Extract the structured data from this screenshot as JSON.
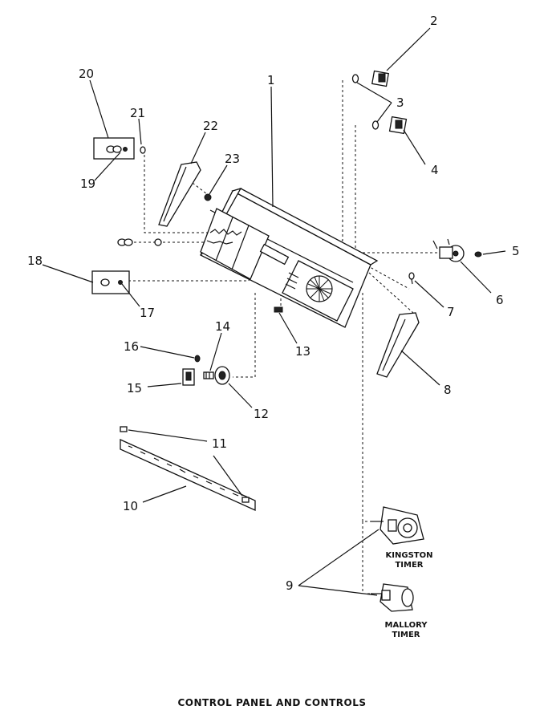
{
  "title": "CONTROL PANEL AND CONTROLS",
  "callouts": {
    "c1": "1",
    "c2": "2",
    "c3": "3",
    "c4": "4",
    "c5": "5",
    "c6": "6",
    "c7": "7",
    "c8": "8",
    "c9": "9",
    "c10": "10",
    "c11": "11",
    "c12": "12",
    "c13": "13",
    "c14": "14",
    "c15": "15",
    "c16": "16",
    "c17": "17",
    "c18": "18",
    "c19": "19",
    "c20": "20",
    "c21": "21",
    "c22": "22",
    "c23": "23"
  },
  "timer_labels": {
    "kingston_line1": "KINGSTON",
    "kingston_line2": "TIMER",
    "mallory_line1": "MALLORY",
    "mallory_line2": "TIMER"
  },
  "colors": {
    "ink": "#111111",
    "paper": "#ffffff"
  }
}
